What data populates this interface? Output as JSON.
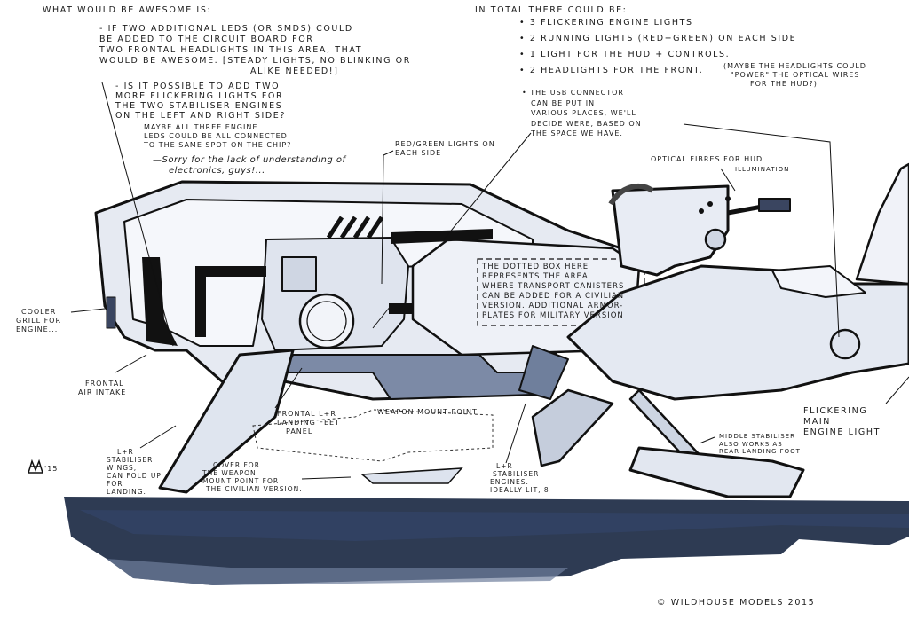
{
  "wishlist": {
    "heading": "What would be awesome is:",
    "item1": [
      "- if two additional LEDs (or SMDs) could",
      "be added to the circuit board for",
      "two frontal headlights in this area, that",
      "would be awesome. [steady lights, no blinking or",
      "alike needed!]"
    ],
    "item2": [
      "- is it possible to add two",
      "more flickering lights for",
      "the two stabiliser engines",
      "on the left and right side?"
    ],
    "item2_note": [
      "Maybe all three engine",
      "LEDs could be all connected",
      "to the same spot on the chip?"
    ],
    "apology": [
      "—Sorry for the lack of understanding of",
      "electronics, guys!..."
    ]
  },
  "totals": {
    "heading": "In total there could be:",
    "bullets": [
      "• 3 flickering engine lights",
      "• 2 running lights (red+green) on each side",
      "• 1 light for the HUD + controls.",
      "• 2 headlights for the front."
    ],
    "headlight_note": [
      "(Maybe the headlights could",
      "\"power\" the optical wires",
      "for the HUD?)"
    ],
    "usb": [
      "• The USB connector",
      "can be put in",
      "various places, we'll",
      "decide were, based on",
      "the space we have."
    ]
  },
  "annotations": {
    "red_green": [
      "Red/green lights on",
      "each side"
    ],
    "optical_fibres": "Optical fibres for HUD",
    "illumination": "illumination",
    "dotted_box": [
      "The dotted box here",
      "represents the area",
      "where transport canisters",
      "can be added for a civilian",
      "version. Additional armor-",
      "plates for military version"
    ],
    "cooler": [
      "Cooler",
      "grill for",
      "engine..."
    ],
    "air_intake": [
      "Frontal",
      "air intake"
    ],
    "landing_panel": [
      "Frontal L+R",
      "landing feet",
      "panel"
    ],
    "weapon_mount": "Weapon mount point",
    "wings": [
      "L+R",
      "stabiliser",
      "wings,",
      "can fold up",
      "for",
      "landing."
    ],
    "cover": [
      "Cover for",
      "the weapon",
      "mount point for",
      "the civilian version."
    ],
    "stab_engines": [
      "L+R",
      "stabiliser",
      "engines.",
      "Ideally lit, 8"
    ],
    "middle_stab": [
      "Middle stabiliser",
      "also works as",
      "rear landing foot"
    ],
    "main_engine": [
      "Flickering",
      "main",
      "engine light"
    ]
  },
  "signature": "'15",
  "copyright": "© Wildhouse Models 2015",
  "colors": {
    "ink": "#111111",
    "wash_dark": "#1c2a44",
    "wash_mid": "#6f7f9c",
    "wash_light": "#c9d0de"
  }
}
